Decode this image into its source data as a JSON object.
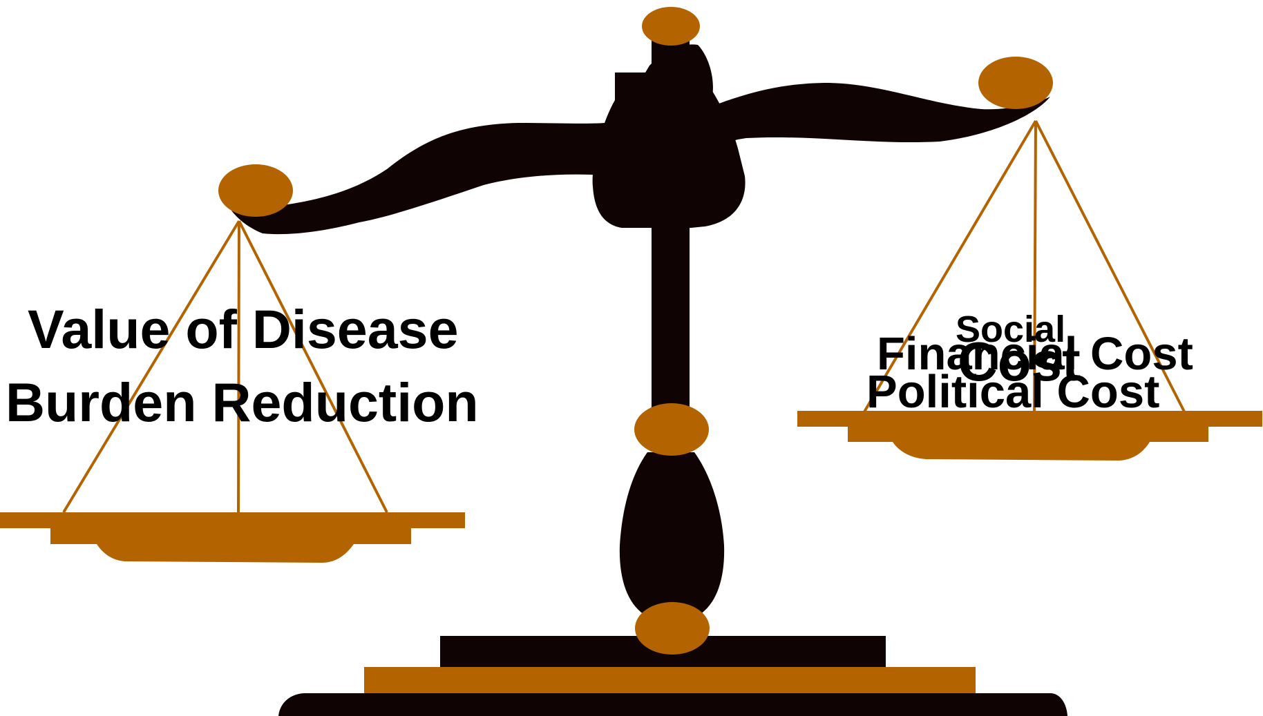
{
  "colors": {
    "beam": "#0f0303",
    "brass": "#b36400",
    "background": "#ffffff",
    "text": "#000000"
  },
  "left_pan": {
    "line1": "Value of Disease",
    "line2": "Burden Reduction"
  },
  "right_pan": {
    "social": "Social",
    "cost_large": "Cost",
    "financial": "Financial Cost",
    "political": "Political Cost"
  }
}
